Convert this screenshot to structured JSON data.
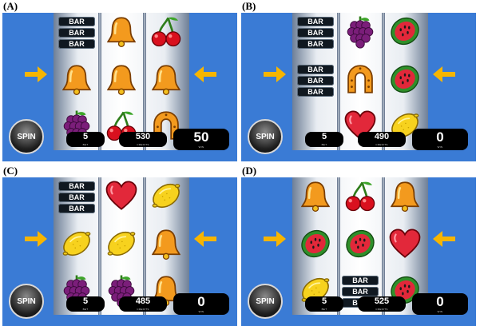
{
  "panels": [
    {
      "label": "(A)",
      "bet": "5",
      "credits": "530",
      "win": "50",
      "reels": [
        [
          "bar3",
          "bell",
          "cherry"
        ],
        [
          "bell",
          "bell",
          "bell"
        ],
        [
          "grapes",
          "cherry",
          "horseshoe"
        ]
      ]
    },
    {
      "label": "(B)",
      "bet": "5",
      "credits": "490",
      "win": "0",
      "reels": [
        [
          "bar3",
          "grapes",
          "watermelon"
        ],
        [
          "bar3",
          "horseshoe",
          "watermelon"
        ],
        [
          "empty",
          "heart",
          "lemon"
        ]
      ]
    },
    {
      "label": "(C)",
      "bet": "5",
      "credits": "485",
      "win": "0",
      "reels": [
        [
          "bar3",
          "heart",
          "lemon"
        ],
        [
          "lemon",
          "lemon",
          "bell"
        ],
        [
          "grapes",
          "grapes",
          "bell"
        ]
      ]
    },
    {
      "label": "(D)",
      "bet": "5",
      "credits": "525",
      "win": "0",
      "reels": [
        [
          "bell",
          "cherry",
          "bell"
        ],
        [
          "watermelon",
          "watermelon",
          "heart"
        ],
        [
          "lemon",
          "bar3",
          "watermelon"
        ]
      ]
    }
  ],
  "common": {
    "spin_label": "SPIN",
    "bar_label": "BAR",
    "bet_label": "BET",
    "credits_label": "CREDITS",
    "win_label": "WIN"
  },
  "colors": {
    "panel_bg": "#3a7bd5",
    "arrow": "#f7b500",
    "display_bg": "#000000"
  }
}
